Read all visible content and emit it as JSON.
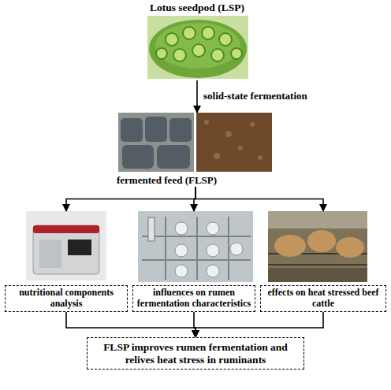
{
  "diagram": {
    "nodes": [
      {
        "text": [
          "Lotus seedpod (LSP)"
        ]
      },
      {
        "text": [
          "fermented feed (FLSP)"
        ]
      },
      {
        "text": [
          "nutritional components analysis"
        ]
      },
      {
        "text": [
          "influences on rumen fermentation characteristics"
        ]
      },
      {
        "text": [
          "effects on heat stressed beef cattle"
        ]
      },
      {
        "text": [
          "FLSP improves rumen fermentation and relives heat stress in ruminants"
        ]
      }
    ],
    "edges": [
      {
        "from": 0,
        "to": 1,
        "arrow": "to",
        "label": "solid-state fermentation"
      },
      {
        "from": 1,
        "to": 2,
        "arrow": "to"
      },
      {
        "from": 1,
        "to": 3,
        "arrow": "to"
      },
      {
        "from": 1,
        "to": 4,
        "arrow": "to"
      },
      {
        "from": 2,
        "to": 5,
        "arrow": "to"
      },
      {
        "from": 3,
        "to": 5,
        "arrow": "to"
      },
      {
        "from": 4,
        "to": 5,
        "arrow": "to"
      }
    ]
  }
}
